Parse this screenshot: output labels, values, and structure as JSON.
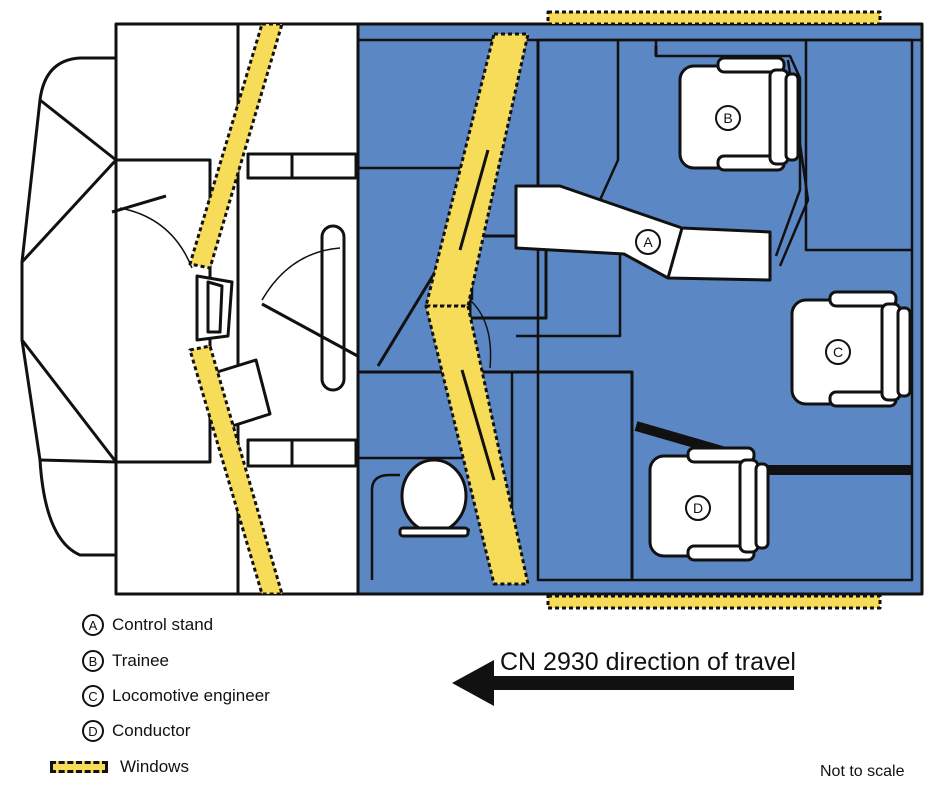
{
  "colors": {
    "cab_fill": "#5b87c5",
    "window_fill": "#f7dc5a",
    "outline": "#111111",
    "nose_fill": "#ffffff"
  },
  "seats": {
    "a": "A",
    "b": "B",
    "c": "C",
    "d": "D"
  },
  "legend": {
    "items": [
      {
        "key": "A",
        "label": "Control stand"
      },
      {
        "key": "B",
        "label": "Trainee"
      },
      {
        "key": "C",
        "label": "Locomotive engineer"
      },
      {
        "key": "D",
        "label": "Conductor"
      }
    ],
    "windows_label": "Windows"
  },
  "travel": {
    "label": "CN 2930 direction of travel",
    "arrow_icon": "left-arrow-icon"
  },
  "note": "Not to scale"
}
